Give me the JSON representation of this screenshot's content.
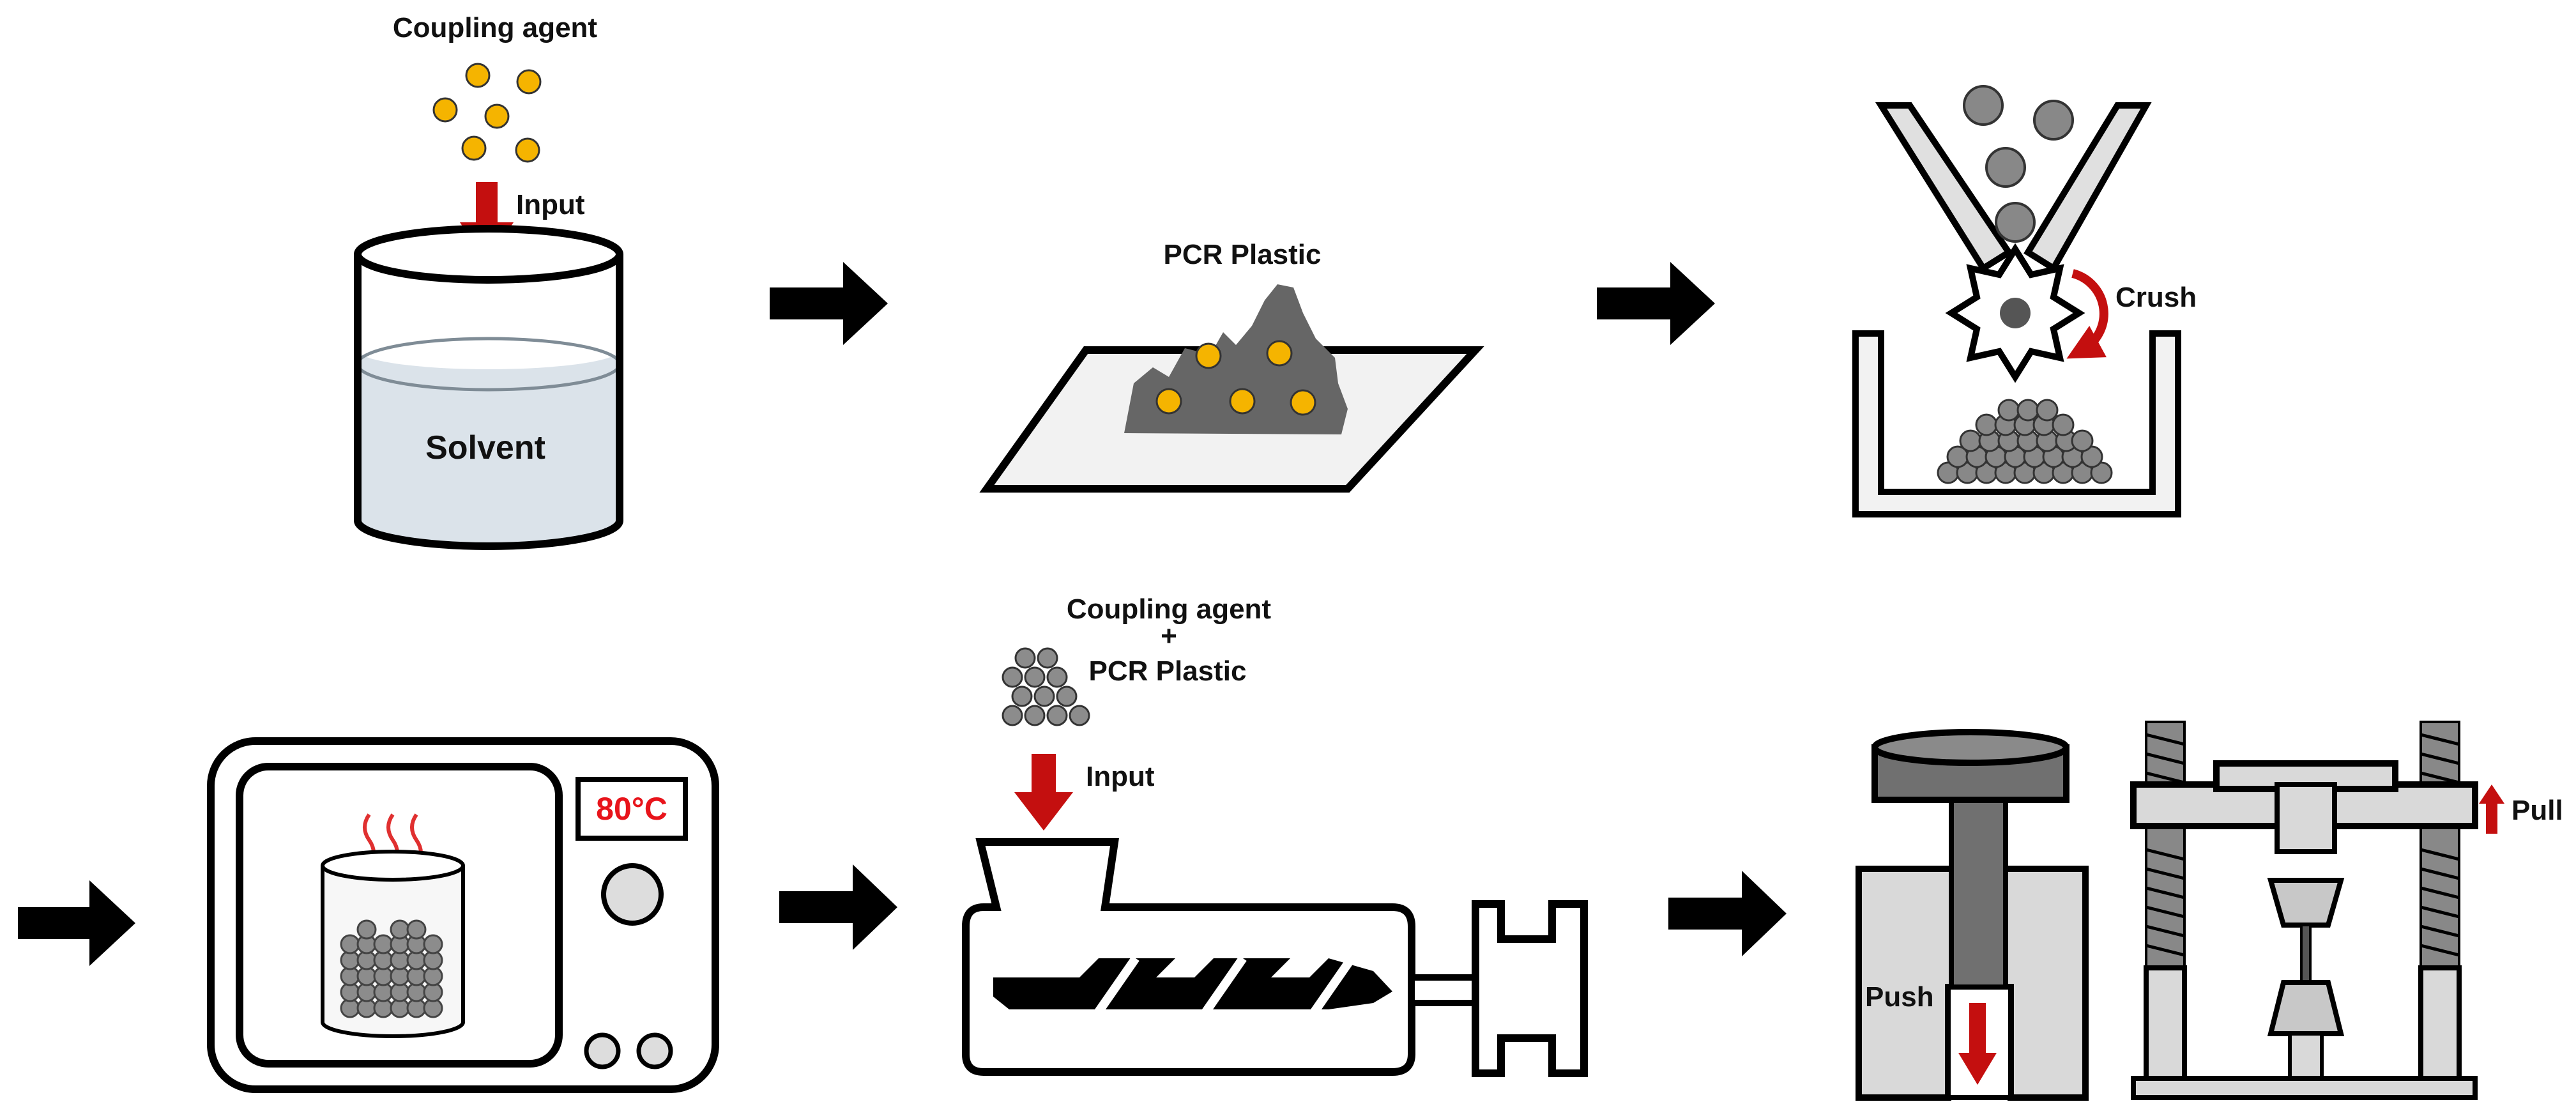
{
  "labels": {
    "coupling_agent_top": "Coupling agent",
    "input_top": "Input",
    "solvent": "Solvent",
    "pcr_plastic": "PCR Plastic",
    "crush": "Crush",
    "oven_temp": "80°C",
    "coupling_agent_bottom": "Coupling agent",
    "plus": "+",
    "pcr_plastic_bottom": "PCR Plastic",
    "input_bottom": "Input",
    "push": "Push",
    "pull": "Pull"
  },
  "colors": {
    "outline": "#000000",
    "coupling_agent": "#f5b400",
    "plastic_grey": "#666666",
    "pellet_grey": "#888888",
    "liquid": "#dbe3ea",
    "input_arrow": "#c40f0f",
    "heat_wave": "#e03030",
    "temperature": "#e8141b",
    "machine_grey": "#d9d9d9"
  }
}
